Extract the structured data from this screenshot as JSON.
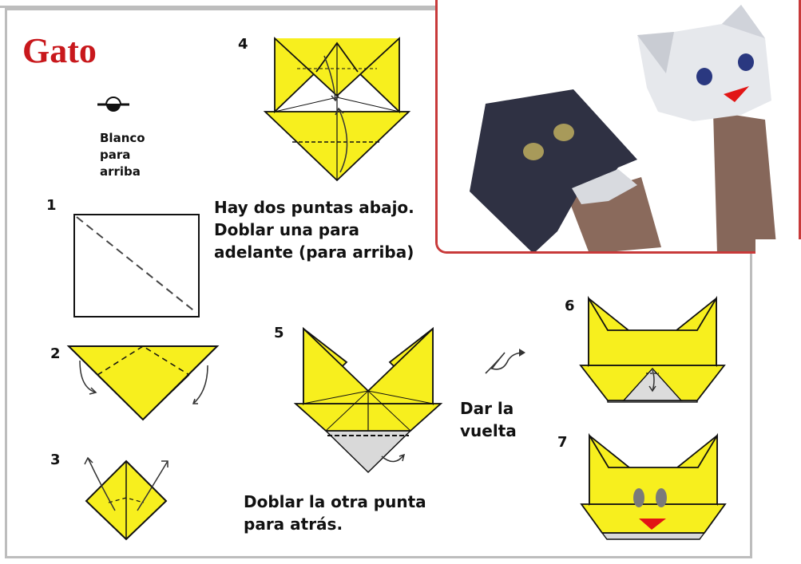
{
  "title": "Gato",
  "colors": {
    "paper_yellow": "#f7ef1e",
    "title_red": "#c8181c",
    "frame_gray": "#bdbdbd",
    "photo_border": "#c83a3a"
  },
  "legend": {
    "text": "Blanco\npara\narriba",
    "icon": "white-side-up-icon"
  },
  "steps": {
    "s1": "1",
    "s2": "2",
    "s3": "3",
    "s4": "4",
    "s5": "5",
    "s6": "6",
    "s7": "7"
  },
  "instructions": {
    "step4_note": "Hay dos puntas abajo.\nDoblar una para\nadelante (para arriba)",
    "turn_over": "Dar la\nvuelta",
    "step5_note": "Doblar la otra punta\npara atrás."
  }
}
